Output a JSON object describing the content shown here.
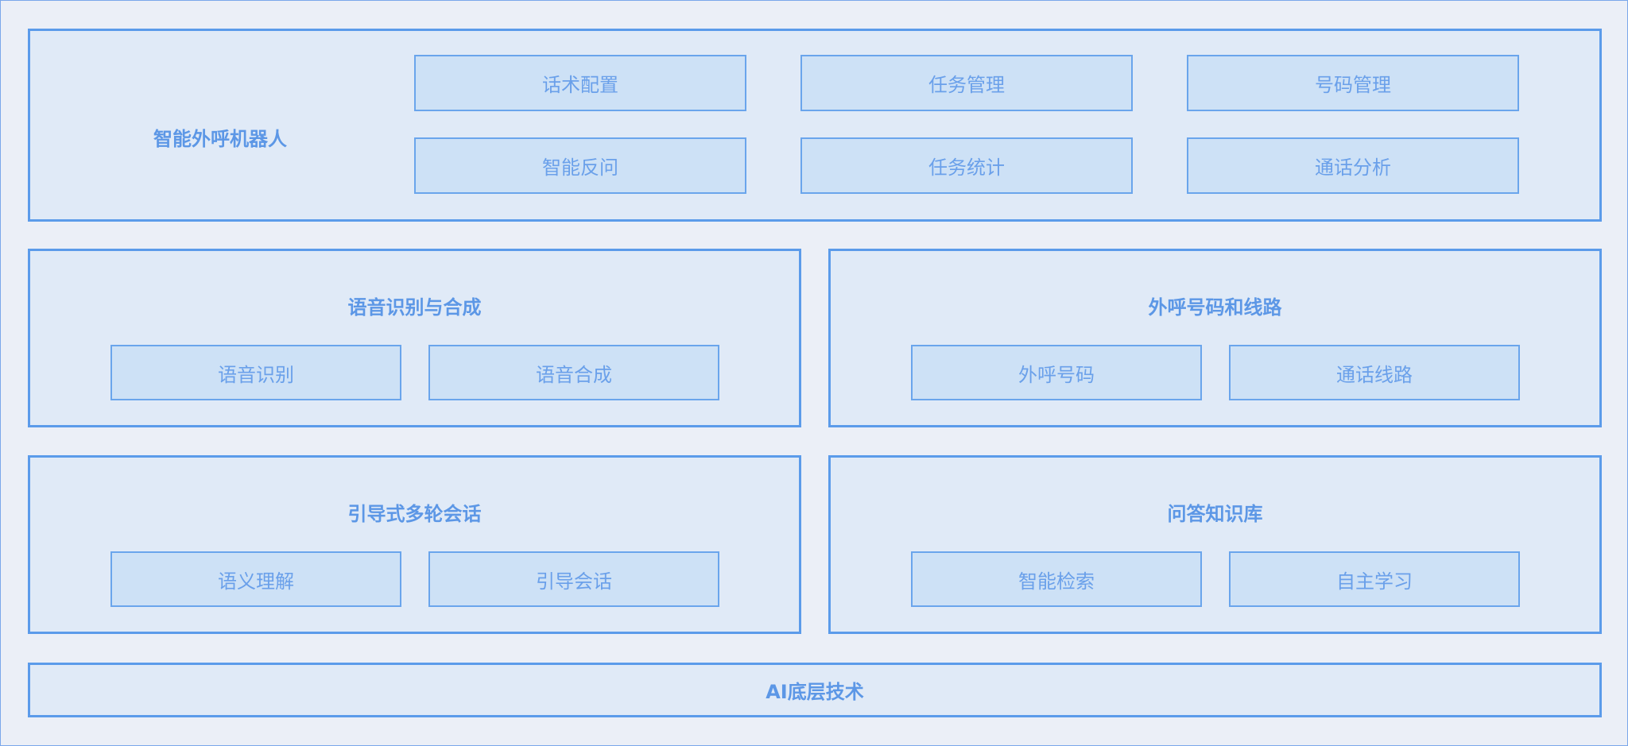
{
  "top_panel": {
    "title": "智能外呼机器人",
    "items": [
      "话术配置",
      "任务管理",
      "号码管理",
      "智能反问",
      "任务统计",
      "通话分析"
    ]
  },
  "speech_panel": {
    "title": "语音识别与合成",
    "items": [
      "语音识别",
      "语音合成"
    ]
  },
  "line_panel": {
    "title": "外呼号码和线路",
    "items": [
      "外呼号码",
      "通话线路"
    ]
  },
  "dialog_panel": {
    "title": "引导式多轮会话",
    "items": [
      "语义理解",
      "引导会话"
    ]
  },
  "qa_panel": {
    "title": "问答知识库",
    "items": [
      "智能检索",
      "自主学习"
    ]
  },
  "bottom_bar": {
    "label": "AI底层技术"
  }
}
